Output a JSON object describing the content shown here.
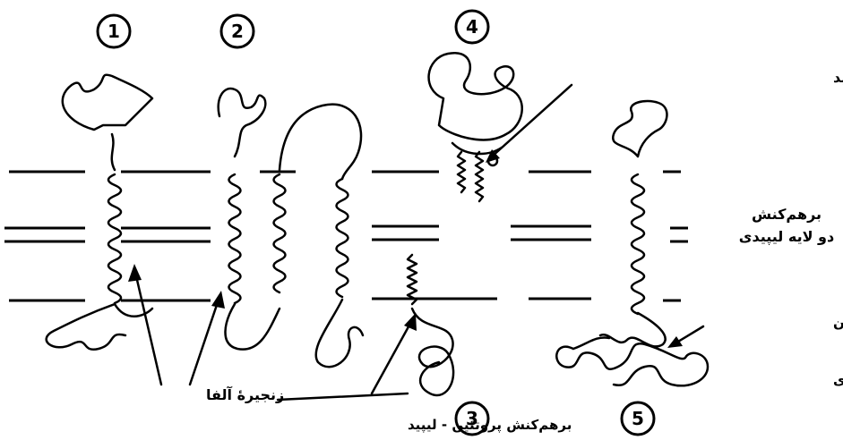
{
  "numbers": [
    "1",
    "2",
    "3",
    "4",
    "5"
  ],
  "labels": {
    "lipid_oligosaccharide": "برهم‌کنش لیپید -اولیگوساکارید",
    "bilayer_interaction_line1": "برهم‌کنش",
    "bilayer_interaction_line2": "دو لایه لیپیدی",
    "protein_protein": "پروتئین -پروتئین",
    "peripheral_protein": "پروتئین حاشیه‌ای",
    "alpha_chain": "زنجیرهٔ آلفا",
    "protein_lipid": "برهم‌کنش پروتئین - لیپید"
  },
  "colors": {
    "ink": "#000000",
    "background": "#ffffff"
  }
}
